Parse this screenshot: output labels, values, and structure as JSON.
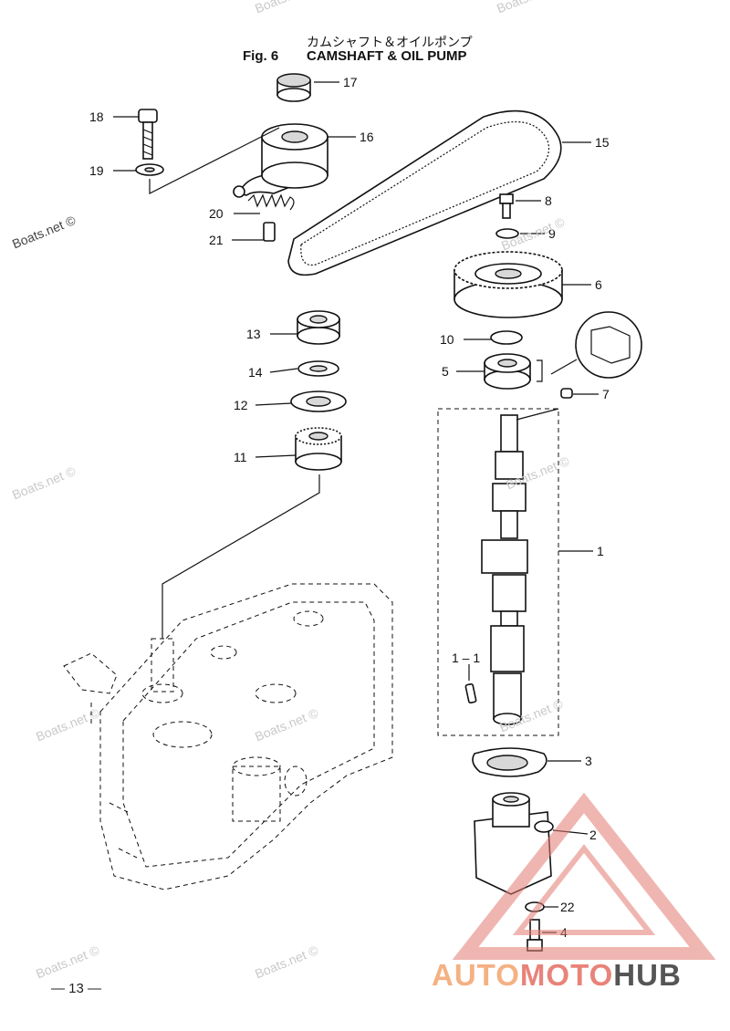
{
  "header": {
    "jp_title": "カムシャフト＆オイルポンプ",
    "fig_num": "Fig. 6",
    "fig_title": "CAMSHAFT & OIL PUMP"
  },
  "page_number": "— 13 —",
  "watermark": "Boats.net ©",
  "brand": {
    "part1": "AUTO",
    "part2": "MOTO",
    "part3": "HUB",
    "color1": "#f4b183",
    "color2": "#e8837a",
    "color3": "#555555"
  },
  "parts": {
    "p1": "1",
    "p1_1": "1 – 1",
    "p2": "2",
    "p3": "3",
    "p4": "4",
    "p5": "5",
    "p6": "6",
    "p7": "7",
    "p8": "8",
    "p9": "9",
    "p10": "10",
    "p11": "11",
    "p12": "12",
    "p13": "13",
    "p14": "14",
    "p15": "15",
    "p16": "16",
    "p17": "17",
    "p18": "18",
    "p19": "19",
    "p20": "20",
    "p21": "21",
    "p22": "22"
  }
}
